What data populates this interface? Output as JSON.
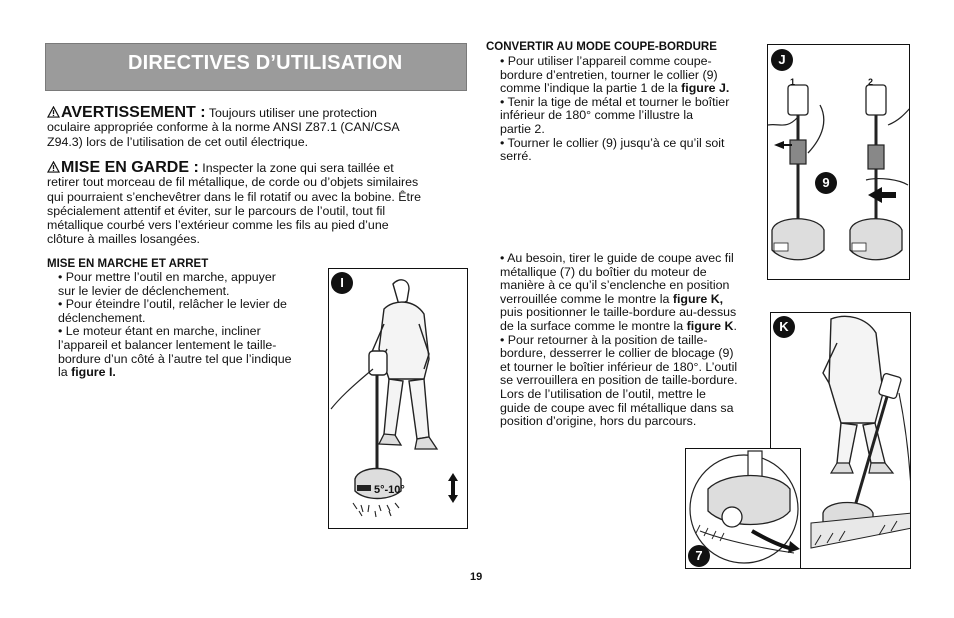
{
  "banner": {
    "title": "DIRECTIVES D’UTILISATION"
  },
  "warning": {
    "lead": "AVERTISSEMENT :",
    "line1": "Toujours utiliser une protection",
    "line2": "oculaire appropriée conforme à la norme ANSI Z87.1 (CAN/CSA",
    "line3": "Z94.3) lors de l’utilisation de cet outil électrique."
  },
  "caution": {
    "lead": "MISE EN GARDE :",
    "line1": "Inspecter la zone qui sera taillée et",
    "line2": "retirer tout morceau de fil métallique, de corde ou d’objets similaires",
    "line3": "qui pourraient s’enchevêtrer dans le fil rotatif ou avec la bobine. Être",
    "line4": "spécialement attentif et éviter, sur le parcours de l’outil, tout fil",
    "line5": "métallique courbé vers l’extérieur comme les fils au pied d’une",
    "line6": "clôture à mailles losangées."
  },
  "onoff": {
    "heading": "MISE EN MARCHE ET ARRET",
    "b1l1": "• Pour mettre l’outil en marche, appuyer",
    "b1l2": "sur le levier de déclenchement.",
    "b2l1": "• Pour éteindre l’outil, relâcher le levier de",
    "b2l2": "déclenchement.",
    "b3l1": "• Le moteur étant en marche, incliner",
    "b3l2": "l’appareil et balancer lentement le taille-",
    "b3l3": "bordure d’un côté à l’autre tel que l’indique",
    "b3l4a": "la ",
    "b3l4b": "figure I."
  },
  "edger": {
    "heading": "CONVERTIR AU MODE COUPE-BORDURE",
    "b1l1": "• Pour utiliser l’appareil comme coupe-",
    "b1l2": "bordure d’entretien, tourner le collier (9)",
    "b1l3a": "comme l’indique la partie 1 de la ",
    "b1l3b": "figure J.",
    "b2l1": "• Tenir la tige de métal et tourner le boîtier",
    "b2l2": "inférieur de 180° comme l’illustre la",
    "b2l3": "partie 2.",
    "b3l1": "• Tourner le collier (9) jusqu’à ce qu’il soit",
    "b3l2": "serré."
  },
  "guide": {
    "l1": "• Au besoin, tirer le guide de coupe avec fil",
    "l2": "métallique (7) du boîtier du moteur de",
    "l3": "manière à ce qu’il s’enclenche en position",
    "l4a": "verrouillée comme le montre la ",
    "l4b": "figure K,",
    "l5": "puis positionner le taille-bordure au-dessus",
    "l6a": "de la surface comme le montre la ",
    "l6b": "figure K",
    "l6c": ".",
    "l7": "• Pour retourner à la position de taille-",
    "l8": "bordure, desserrer le collier de blocage (9)",
    "l9": "et tourner le boîtier inférieur de 180°. L’outil",
    "l10": "se verrouillera en position de taille-bordure.",
    "l11": "Lors de l’utilisation de l’outil, mettre le",
    "l12": "guide de coupe avec fil métallique dans sa",
    "l13": "position d’origine, hors du parcours."
  },
  "figures": {
    "I": {
      "label": "I",
      "angle": "5°-10°"
    },
    "J": {
      "label": "J",
      "part1": "1",
      "part2": "2",
      "callout": "9"
    },
    "K": {
      "label": "K"
    },
    "K_inset": {
      "callout": "7"
    }
  },
  "page_number": "19"
}
